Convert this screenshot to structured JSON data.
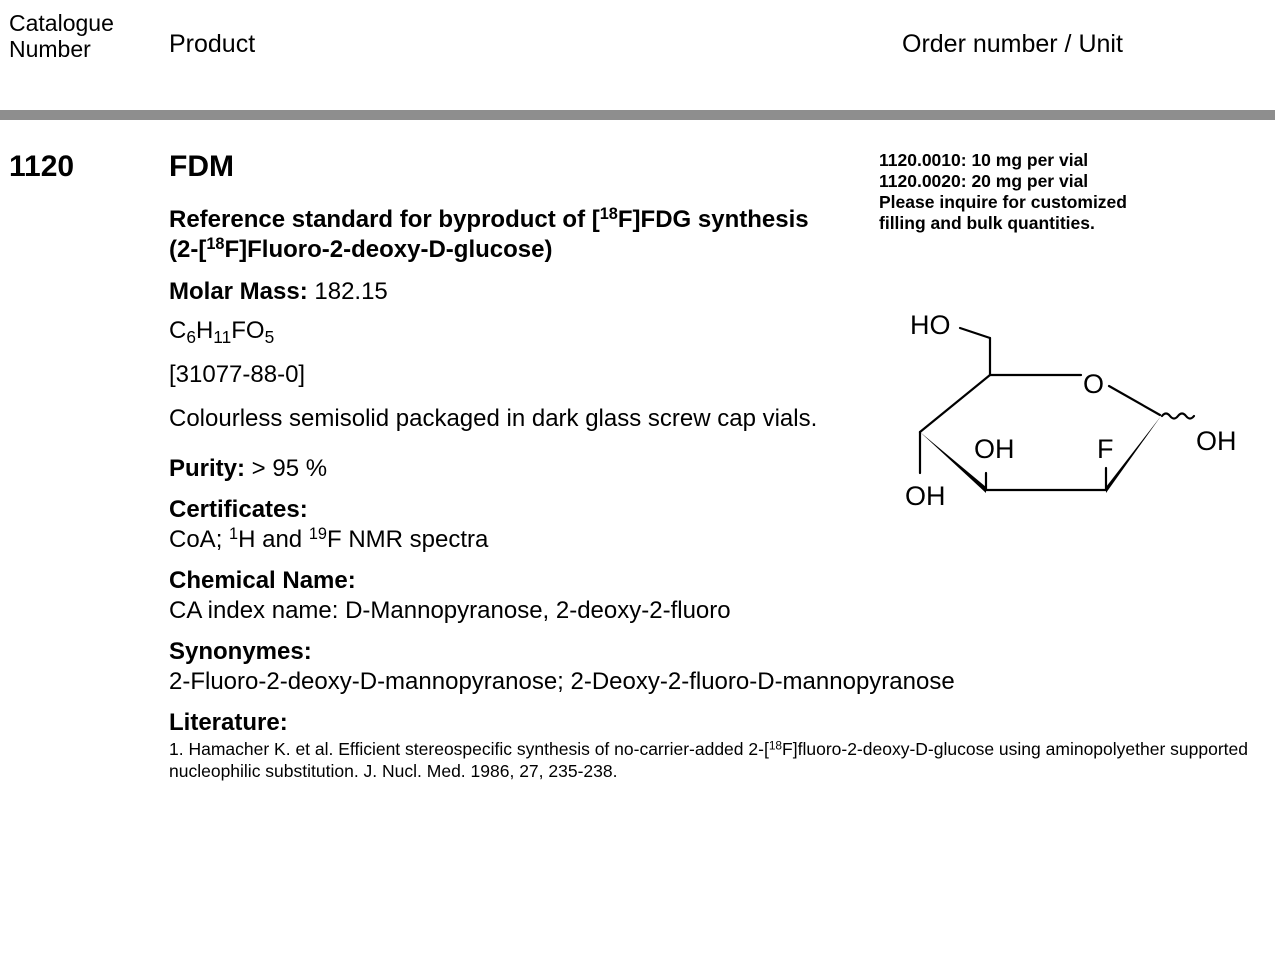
{
  "header": {
    "catalogue_line1": "Catalogue",
    "catalogue_line2": "Number",
    "product_label": "Product",
    "order_label": "Order number / Unit"
  },
  "product": {
    "catalogue_number": "1120",
    "name": "FDM",
    "subtitle_part1": "Reference standard for byproduct of [",
    "sup_18": "18",
    "subtitle_part2": "F]FDG synthesis",
    "subtitle_line2_part1": "(2-[",
    "subtitle_line2_part2": "F]Fluoro-2-deoxy-D-glucose)",
    "molar_mass_label": "Molar Mass:",
    "molar_mass_value": " 182.15",
    "formula": {
      "C": "C",
      "c_sub": "6",
      "H": "H",
      "h_sub": "11",
      "FO": "FO",
      "o_sub": "5"
    },
    "cas": "[31077-88-0]",
    "description": "Colourless semisolid packaged in dark glass screw cap vials.",
    "purity_label": "Purity:",
    "purity_value": " > 95 %",
    "certificates_label": "Certificates:",
    "certificates_p1": "CoA; ",
    "sup_1": "1",
    "certificates_p2": "H and ",
    "sup_19": "19",
    "certificates_p3": "F NMR spectra",
    "chemical_name_label": "Chemical Name:",
    "chemical_name_value": "CA index name: D-Mannopyranose, 2-deoxy-2-fluoro",
    "synonymes_label": "Synonymes:",
    "synonymes_value": "2-Fluoro-2-deoxy-D-mannopyranose; 2-Deoxy-2-fluoro-D-mannopyranose",
    "literature_label": "Literature:",
    "literature_p1": "1. Hamacher K. et al. Efficient stereospecific synthesis of no-carrier-added 2-[",
    "literature_p2": "F]fluoro-2-deoxy-D-glucose using aminopolyether supported nucleophilic substitution. J. Nucl. Med. 1986, 27, 235-238."
  },
  "order": {
    "line1": "1120.0010: 10 mg per vial",
    "line2": "1120.0020: 20 mg per vial",
    "line3": "Please inquire for customized",
    "line4": "filling and bulk quantities."
  },
  "structure_labels": {
    "ho": "HO",
    "o": "O",
    "oh_right": "OH",
    "oh_ring": "OH",
    "f": "F",
    "oh_left": "OH"
  }
}
